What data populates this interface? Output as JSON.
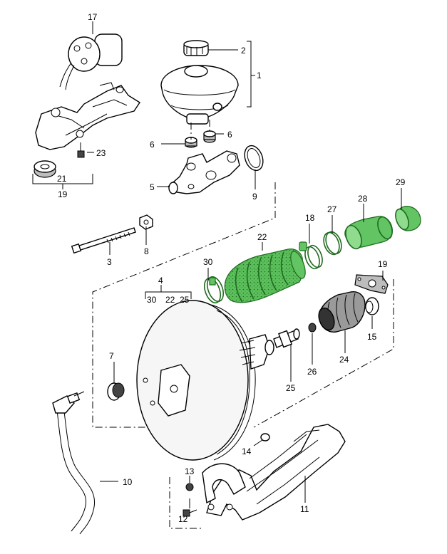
{
  "accent_color": "#4fb84f",
  "callouts": {
    "c17": "17",
    "c2": "2",
    "c1": "1",
    "c6a": "6",
    "c6b": "6",
    "c23": "23",
    "c21": "21",
    "c19a": "19",
    "c5": "5",
    "c9": "9",
    "c3": "3",
    "c8": "8",
    "c22": "22",
    "c18": "18",
    "c27": "27",
    "c28": "28",
    "c29": "29",
    "c30": "30",
    "c4": "4",
    "c4sub1": "30",
    "c4sub2": "22",
    "c4sub3": "25",
    "c19b": "19",
    "c15": "15",
    "c24": "24",
    "c26": "26",
    "c7": "7",
    "c25": "25",
    "c10": "10",
    "c14": "14",
    "c13": "13",
    "c12": "12",
    "c11": "11"
  }
}
